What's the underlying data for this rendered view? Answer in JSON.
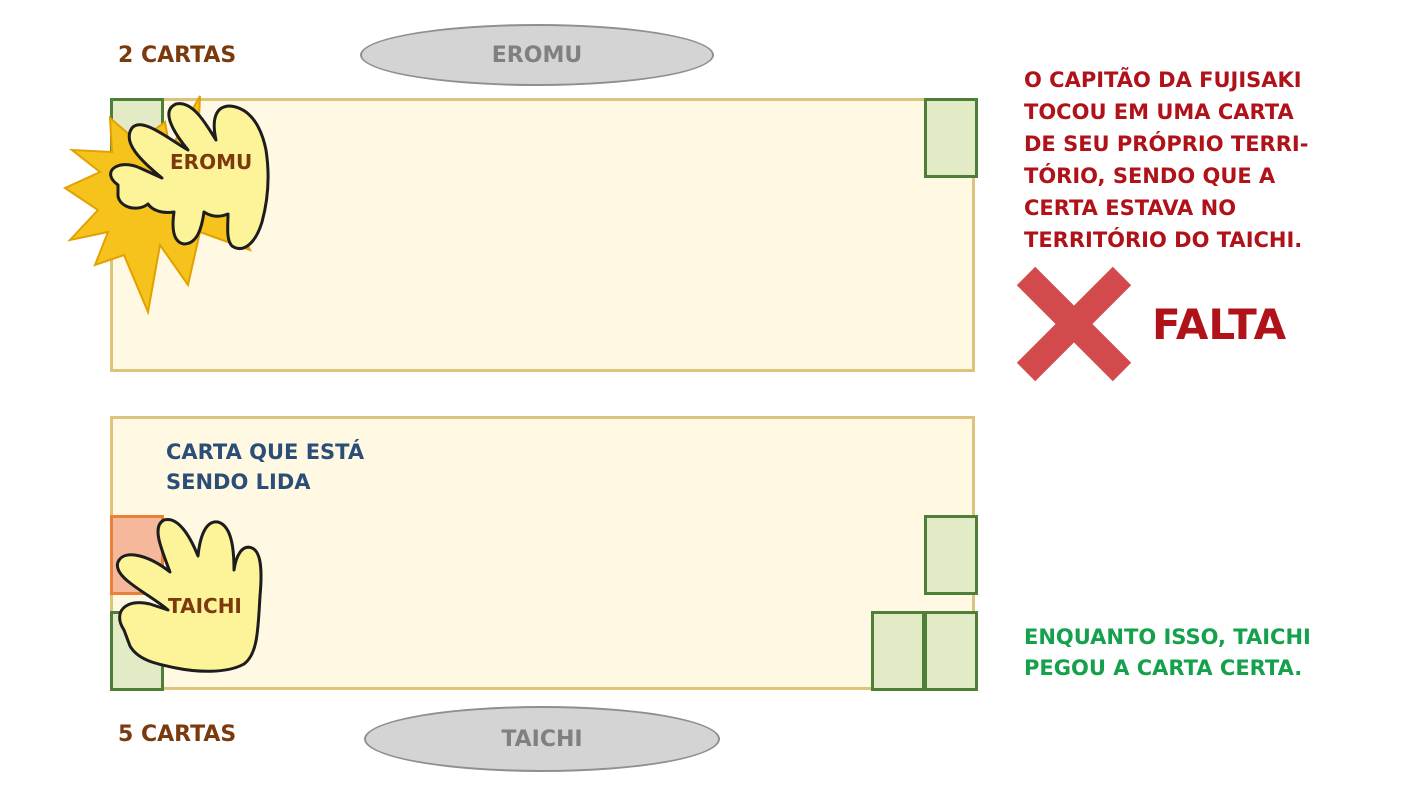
{
  "top": {
    "count_label": "2 CARTAS",
    "player_label": "EROMU",
    "hand_label": "EROMU"
  },
  "bottom": {
    "count_label": "5 CARTAS",
    "player_label": "TAICHI",
    "hand_label": "TAICHI",
    "reading_card_label_line1": "CARTA QUE ESTÁ",
    "reading_card_label_line2": "SENDO LIDA"
  },
  "explanation": {
    "lines": [
      "O CAPITÃO DA FUJISAKI",
      "TOCOU EM UMA CARTA",
      "DE SEU PRÓPRIO TERRI-",
      "TÓRIO, SENDO QUE A",
      "CERTA ESTAVA NO",
      "TERRITÓRIO DO TAICHI."
    ],
    "verdict": "FALTA",
    "verdict_icon": "x-mark-icon"
  },
  "note": {
    "lines": [
      "ENQUANTO ISSO, TAICHI",
      "PEGOU A CARTA CERTA."
    ]
  },
  "colors": {
    "board_fill": "#fff9e3",
    "board_border": "#dcc47e",
    "card_fill": "#e2ebc6",
    "card_border": "#4e7f36",
    "reading_card_fill": "#f6b89a",
    "reading_card_border": "#e9813c",
    "explanation_text": "#b0121a",
    "note_text": "#15a04b",
    "reading_label_text": "#2b4e78",
    "count_text": "#7b3a0e",
    "x_mark": "#d24a4c",
    "hand_fill": "#fdf49a",
    "burst_fill": "#f6c21c"
  }
}
